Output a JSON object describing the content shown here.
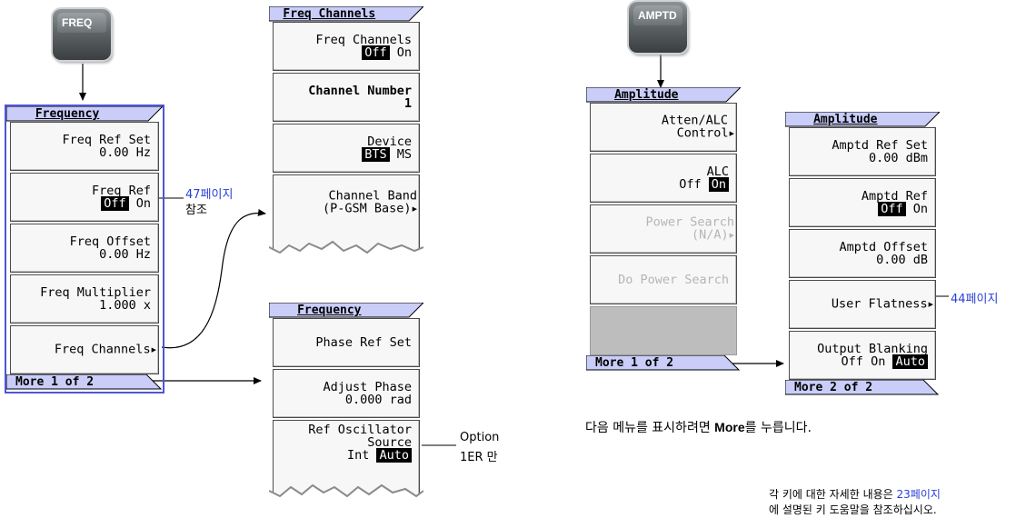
{
  "hardkeys": {
    "freq": "FREQ",
    "amptd": "AMPTD"
  },
  "freq_menu": {
    "title": "Frequency",
    "keys": [
      {
        "l1": "Freq Ref Set",
        "l2": "0.00 Hz"
      },
      {
        "l1": "Freq Ref",
        "off": "Off",
        "on": "On"
      },
      {
        "l1": "Freq Offset",
        "l2": "0.00 Hz"
      },
      {
        "l1": "Freq Multiplier",
        "l2": "1.000 x"
      },
      {
        "l1": "Freq Channels"
      }
    ],
    "more": "More 1 of 2"
  },
  "freq_channels_menu": {
    "title": "Freq Channels",
    "keys": [
      {
        "l1": "Freq Channels",
        "off": "Off",
        "on": "On"
      },
      {
        "l1": "Channel Number",
        "l2": "1"
      },
      {
        "l1": "Device",
        "bts": "BTS",
        "ms": "MS"
      },
      {
        "l1": "Channel Band",
        "l2": "(P-GSM Base)"
      }
    ]
  },
  "frequency_page2_menu": {
    "title": "Frequency",
    "keys": [
      {
        "l1": "Phase Ref Set"
      },
      {
        "l1": "Adjust Phase",
        "l2": "0.000 rad"
      },
      {
        "l1": "Ref Oscillator",
        "l2": "Source",
        "int": "Int",
        "auto": "Auto"
      }
    ]
  },
  "amplitude_menu": {
    "title": "Amplitude",
    "keys": [
      {
        "l1": "Atten/ALC",
        "l2": "Control"
      },
      {
        "l1": "ALC",
        "off": "Off",
        "on": "On"
      },
      {
        "l1": "Power Search",
        "l2": "(N/A)"
      },
      {
        "l1": "Do Power Search"
      }
    ],
    "more": "More 1 of 2"
  },
  "amplitude_page2_menu": {
    "title": "Amplitude",
    "keys": [
      {
        "l1": "Amptd Ref Set",
        "l2": "0.00 dBm"
      },
      {
        "l1": "Amptd Ref",
        "off": "Off",
        "on": "On"
      },
      {
        "l1": "Amptd Offset",
        "l2": "0.00 dB"
      },
      {
        "l1": "User Flatness"
      },
      {
        "l1": "Output Blanking",
        "off": "Off",
        "on": "On",
        "auto": "Auto"
      }
    ],
    "more": "More 2 of 2"
  },
  "annotations": {
    "freq_ref_page": "47페이지",
    "freq_ref_ref": "참조",
    "option_line1": "Option",
    "option_line2": "1ER 만",
    "user_flatness_page": "44페이지",
    "more_hint_pre": "다음 메뉴를 표시하려면 ",
    "more_hint_bold": "More",
    "more_hint_post": "를 누릅니다.",
    "footer_pre": "각 키에 대한 자세한 내용은 ",
    "footer_link": "23페이지",
    "footer_line2": "에 설명된 키 도움말을 참조하십시오."
  },
  "colors": {
    "frame": "#4e55d6",
    "link": "#2a3ed6",
    "title_bar": "#c9cdf7"
  }
}
